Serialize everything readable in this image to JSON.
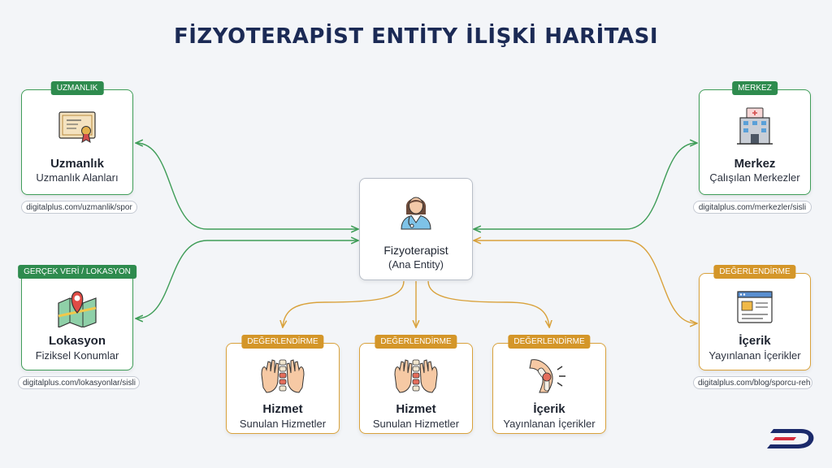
{
  "title": "FİZYOTERAPİST ENTİTY İLİŞKİ HARİTASI",
  "colors": {
    "green": "#3f9d58",
    "gold": "#d9a23c",
    "navy": "#1b2a55"
  },
  "center": {
    "icon": "physiotherapist-avatar-icon",
    "title": "Fizyoterapist",
    "subtitle": "(Ana Entity)"
  },
  "nodes": {
    "uzmanlik": {
      "tag": "UZMANLIK",
      "icon": "certificate-icon",
      "title": "Uzmanlık",
      "subtitle": "Uzmanlık Alanları",
      "url": "digitalplus.com/uzmanlik/spor"
    },
    "lokasyon": {
      "tag": "GERÇEK VERİ / LOKASYON",
      "icon": "map-pin-icon",
      "title": "Lokasyon",
      "subtitle": "Fiziksel Konumlar",
      "url": "digitalplus.com/lokasyonlar/sisli"
    },
    "merkez": {
      "tag": "MERKEZ",
      "icon": "building-icon",
      "title": "Merkez",
      "subtitle": "Çalışılan Merkezler",
      "url": "digitalplus.com/merkezler/sisli"
    },
    "icerik_right": {
      "tag": "DEĞERLENDİRME",
      "icon": "web-page-icon",
      "title": "İçerik",
      "subtitle": "Yayınlanan İçerikler",
      "url": "digitalplus.com/blog/sporcu-reh"
    },
    "hizmet_1": {
      "tag": "DEĞERLENDİRME",
      "icon": "spine-hands-icon",
      "title": "Hizmet",
      "subtitle": "Sunulan Hizmetler"
    },
    "hizmet_2": {
      "tag": "DEĞERLENDİRME",
      "icon": "spine-hands-icon",
      "title": "Hizmet",
      "subtitle": "Sunulan Hizmetler"
    },
    "icerik_bottom": {
      "tag": "DEĞERLENDİRME",
      "icon": "knee-joint-icon",
      "title": "İçerik",
      "subtitle": "Yayınlanan İçerikler"
    }
  },
  "logo": {
    "icon": "brand-logo-icon"
  }
}
